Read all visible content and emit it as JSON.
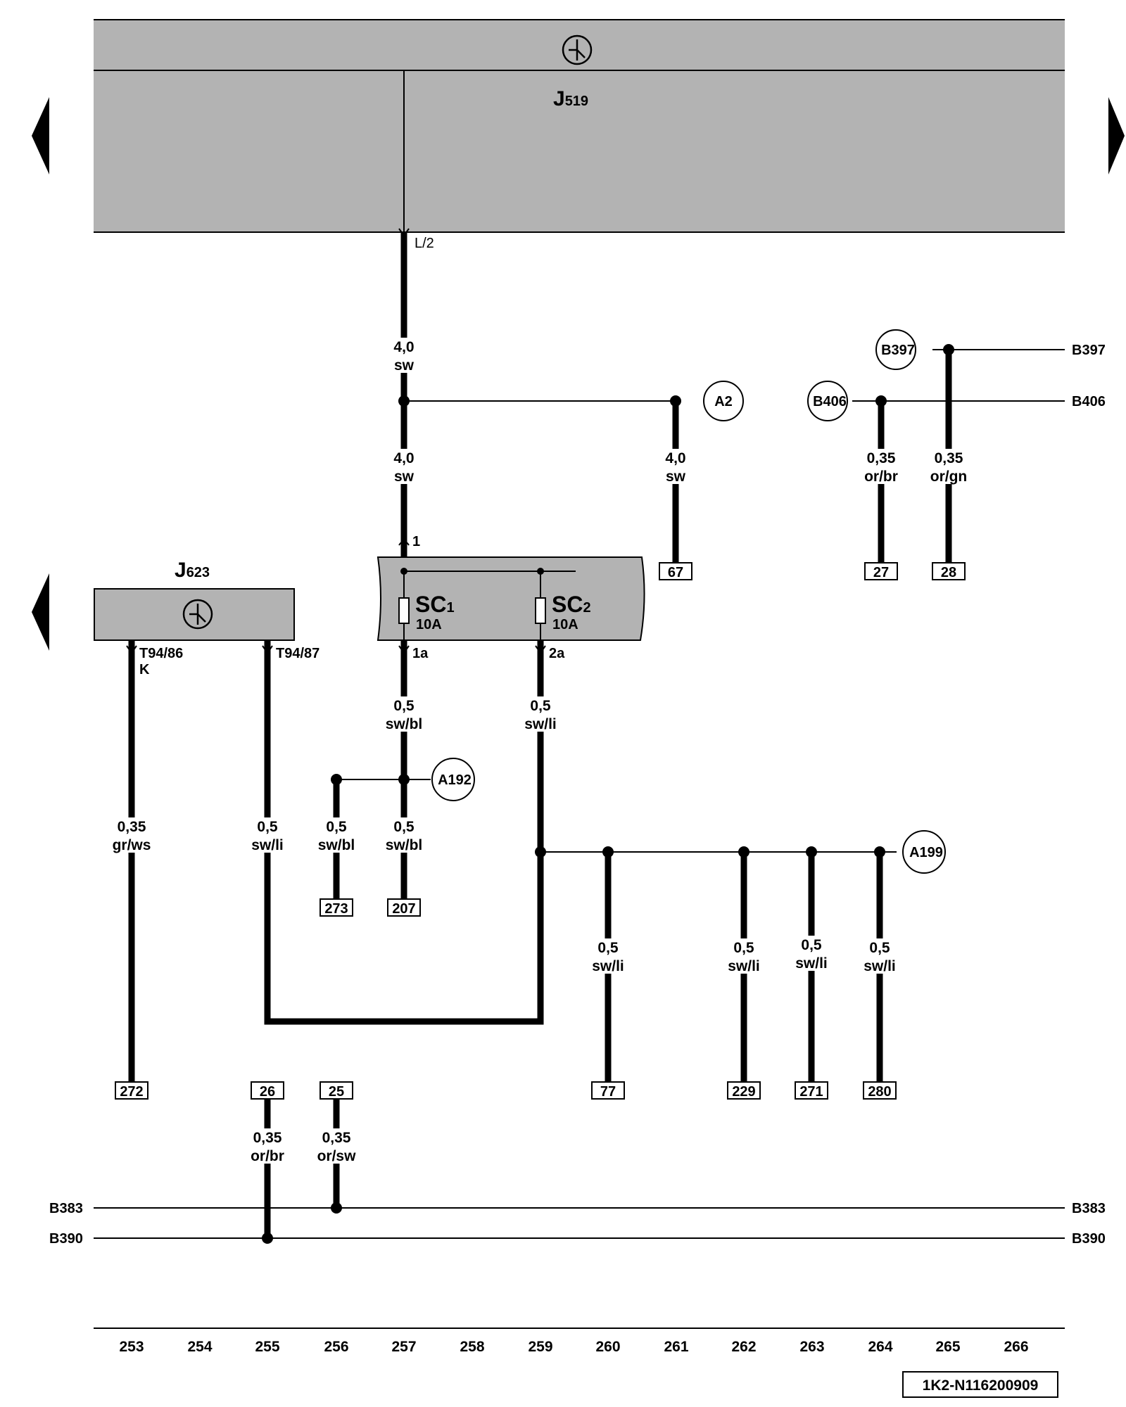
{
  "components": {
    "j519": {
      "name": "J",
      "sub": "519"
    },
    "j623": {
      "name": "J",
      "sub": "623"
    },
    "sc1": {
      "name": "SC",
      "sub": "1",
      "rating": "10A"
    },
    "sc2": {
      "name": "SC",
      "sub": "2",
      "rating": "10A"
    }
  },
  "pins": {
    "j519_l2": "L/2",
    "sc_in": "1",
    "sc1_out": "1a",
    "sc2_out": "2a",
    "j623_t94_86": "T94/86",
    "j623_t94_86_k": "K",
    "j623_t94_87": "T94/87"
  },
  "wires": [
    {
      "id": "w257a",
      "size": "4,0",
      "color": "sw"
    },
    {
      "id": "w257b",
      "size": "4,0",
      "color": "sw"
    },
    {
      "id": "w261",
      "size": "4,0",
      "color": "sw"
    },
    {
      "id": "w264",
      "size": "0,35",
      "color": "or/br"
    },
    {
      "id": "w265",
      "size": "0,35",
      "color": "or/gn"
    },
    {
      "id": "w257c",
      "size": "0,5",
      "color": "sw/bl"
    },
    {
      "id": "w259a",
      "size": "0,5",
      "color": "sw/li"
    },
    {
      "id": "w253",
      "size": "0,35",
      "color": "gr/ws"
    },
    {
      "id": "w255a",
      "size": "0,5",
      "color": "sw/li"
    },
    {
      "id": "w256a",
      "size": "0,5",
      "color": "sw/bl"
    },
    {
      "id": "w257d",
      "size": "0,5",
      "color": "sw/bl"
    },
    {
      "id": "w260",
      "size": "0,5",
      "color": "sw/li"
    },
    {
      "id": "w262",
      "size": "0,5",
      "color": "sw/li"
    },
    {
      "id": "w263",
      "size": "0,5",
      "color": "sw/li"
    },
    {
      "id": "w264b",
      "size": "0,5",
      "color": "sw/li"
    },
    {
      "id": "w255b",
      "size": "0,35",
      "color": "or/br"
    },
    {
      "id": "w256b",
      "size": "0,35",
      "color": "or/sw"
    }
  ],
  "connectors": [
    "A2",
    "B397",
    "B406",
    "A192",
    "A199"
  ],
  "references": [
    "67",
    "27",
    "28",
    "273",
    "207",
    "272",
    "77",
    "229",
    "271",
    "280",
    "26",
    "25"
  ],
  "buses": {
    "b397": "B397",
    "b406": "B406",
    "b383": "B383",
    "b390": "B390"
  },
  "track_numbers": [
    "253",
    "254",
    "255",
    "256",
    "257",
    "258",
    "259",
    "260",
    "261",
    "262",
    "263",
    "264",
    "265",
    "266"
  ],
  "diagram_code": "1K2-N116200909",
  "colors": {
    "component_fill": "#b3b3b3",
    "line": "#000000",
    "background": "#ffffff"
  }
}
